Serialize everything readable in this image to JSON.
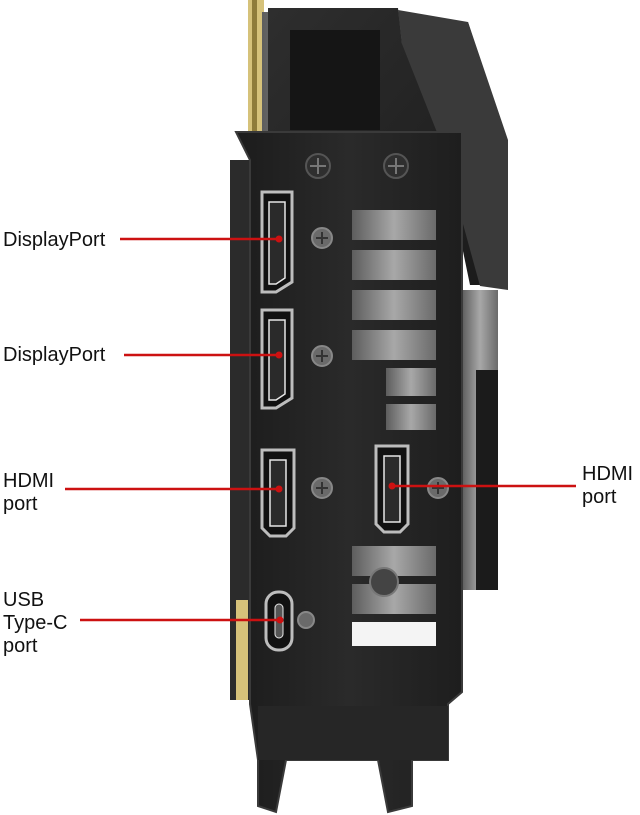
{
  "labels": {
    "displayport_1": "DisplayPort",
    "displayport_2": "DisplayPort",
    "hdmi_left": "HDMI\nport",
    "hdmi_right": "HDMI\nport",
    "usb_c": "USB\nType-C\nport"
  },
  "colors": {
    "leader_line": "#cc1111",
    "bracket_body": "#232323",
    "bracket_edge": "#3a3a3a",
    "pcb_gold": "#d6c27a",
    "background": "#ffffff"
  }
}
